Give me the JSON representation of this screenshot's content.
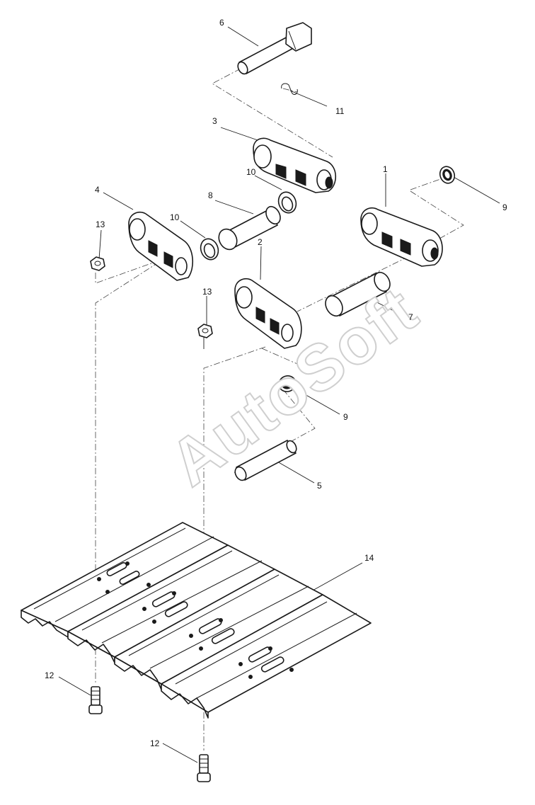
{
  "watermark": "AutoSoft",
  "callouts": {
    "c1": "1",
    "c2": "2",
    "c3": "3",
    "c4": "4",
    "c5": "5",
    "c6": "6",
    "c7": "7",
    "c8": "8",
    "c9a": "9",
    "c9b": "9",
    "c10a": "10",
    "c10b": "10",
    "c11": "11",
    "c12a": "12",
    "c12b": "12",
    "c13a": "13",
    "c13b": "13",
    "c14": "14"
  },
  "colors": {
    "ink": "#1a1a1a",
    "watermark": "#cfcfcf",
    "background": "#ffffff"
  }
}
